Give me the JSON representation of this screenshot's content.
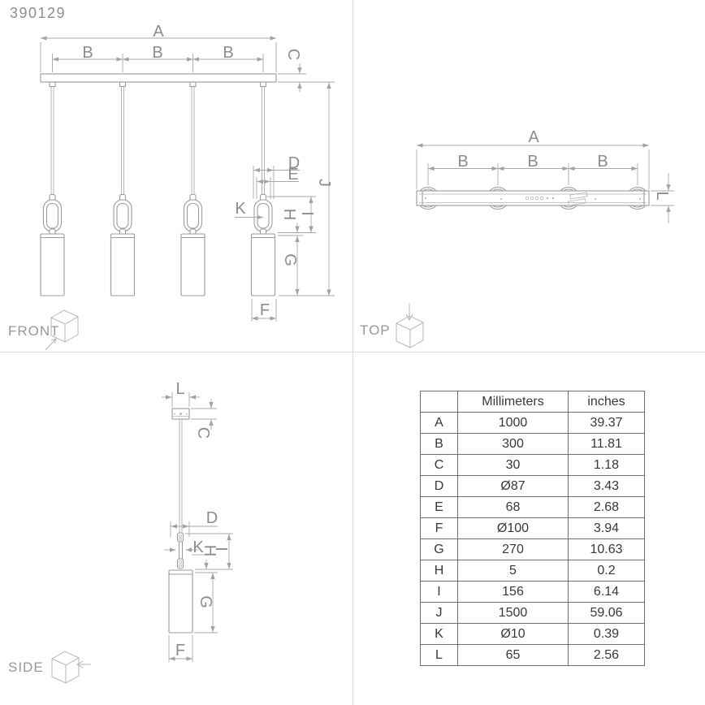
{
  "product_code": "390129",
  "dims": {
    "A": "A",
    "B": "B",
    "C": "C",
    "D": "D",
    "E": "E",
    "F": "F",
    "G": "G",
    "H": "H",
    "I": "I",
    "J": "J",
    "K": "K",
    "L": "L"
  },
  "views": {
    "front": {
      "label": "FRONT"
    },
    "top": {
      "label": "TOP"
    },
    "side": {
      "label": "SIDE"
    }
  },
  "table": {
    "header": {
      "dim": "",
      "mm": "Millimeters",
      "inches": "inches"
    },
    "rows": [
      {
        "key": "A",
        "mm": "1000",
        "inches": "39.37"
      },
      {
        "key": "B",
        "mm": "300",
        "inches": "11.81"
      },
      {
        "key": "C",
        "mm": "30",
        "inches": "1.18"
      },
      {
        "key": "D",
        "mm": "Ø87",
        "inches": "3.43"
      },
      {
        "key": "E",
        "mm": "68",
        "inches": "2.68"
      },
      {
        "key": "F",
        "mm": "Ø100",
        "inches": "3.94"
      },
      {
        "key": "G",
        "mm": "270",
        "inches": "10.63"
      },
      {
        "key": "H",
        "mm": "5",
        "inches": "0.2"
      },
      {
        "key": "I",
        "mm": "156",
        "inches": "6.14"
      },
      {
        "key": "J",
        "mm": "1500",
        "inches": "59.06"
      },
      {
        "key": "K",
        "mm": "Ø10",
        "inches": "0.39"
      },
      {
        "key": "L",
        "mm": "65",
        "inches": "2.56"
      }
    ]
  }
}
